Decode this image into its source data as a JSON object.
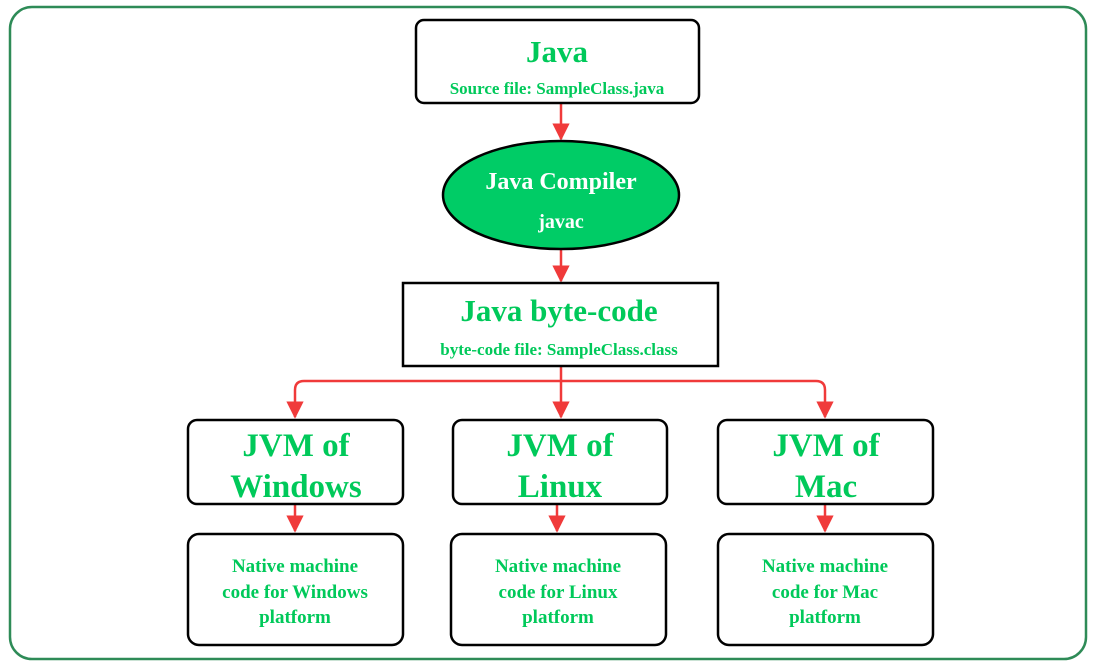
{
  "colors": {
    "green_text": "#00c95a",
    "ellipse_fill": "#00cc66",
    "ellipse_text": "#ffffff",
    "arrow": "#f03a3a",
    "box_border": "#000000",
    "frame_border": "#2e8b57"
  },
  "source": {
    "title": "Java",
    "subtitle": "Source file: SampleClass.java"
  },
  "compiler": {
    "title": "Java Compiler",
    "subtitle": "javac"
  },
  "bytecode": {
    "title": "Java byte-code",
    "subtitle": "byte-code file: SampleClass.class"
  },
  "jvms": [
    {
      "line1": "JVM of",
      "line2": "Windows",
      "native": [
        "Native machine",
        "code for Windows",
        "platform"
      ]
    },
    {
      "line1": "JVM of",
      "line2": "Linux",
      "native": [
        "Native machine",
        "code for Linux",
        "platform"
      ]
    },
    {
      "line1": "JVM of",
      "line2": "Mac",
      "native": [
        "Native machine",
        "code for Mac",
        "platform"
      ]
    }
  ]
}
